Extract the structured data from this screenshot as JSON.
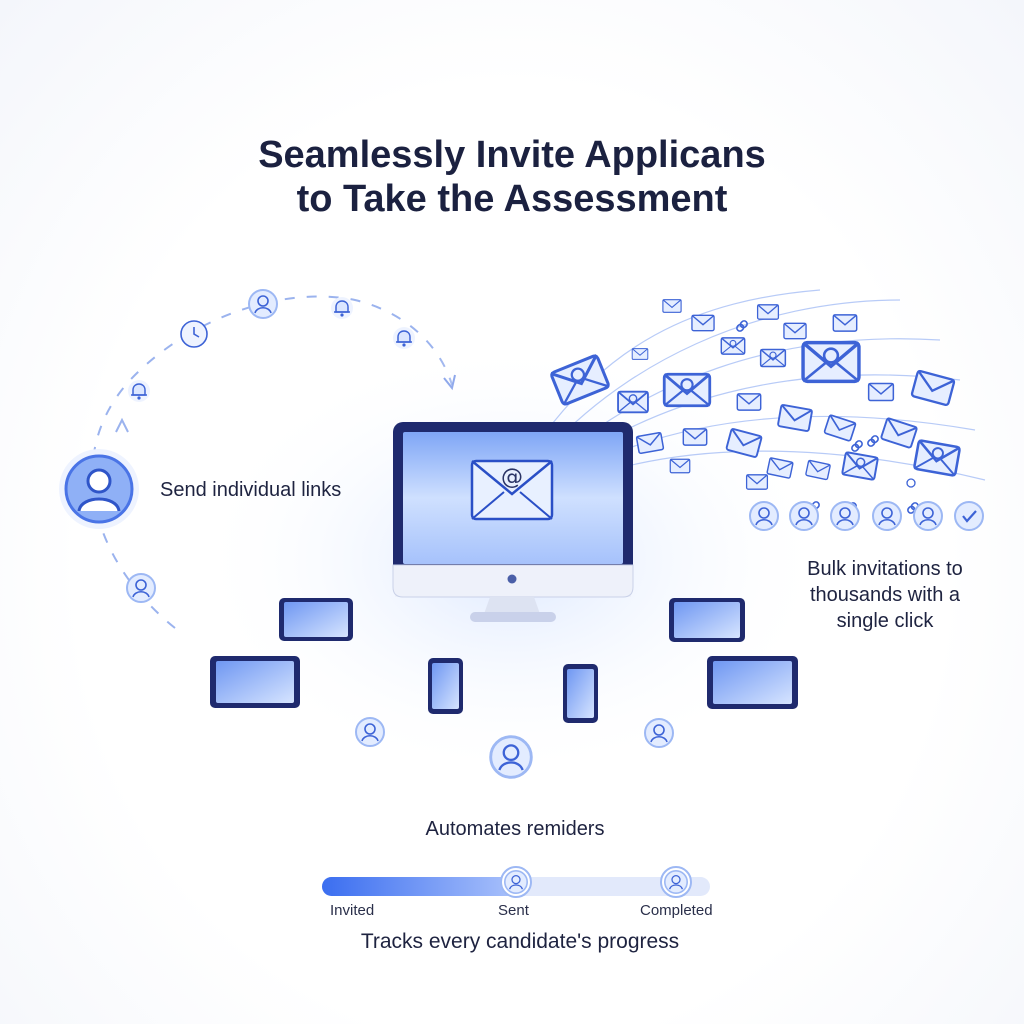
{
  "title": {
    "line1": "Seamlessly Invite Applicans",
    "line2": "to Take the Assessment"
  },
  "features": {
    "individual": "Send individual links",
    "bulk_line1": "Bulk invitations to",
    "bulk_line2": "thousands with a",
    "bulk_line3": "single click",
    "reminders": "Automates remiders",
    "tracking": "Tracks every candidate's progress"
  },
  "progress": {
    "stages": [
      "Invited",
      "Sent",
      "Completed"
    ],
    "fill_fraction": 0.5
  },
  "colors": {
    "accent": "#3b6ef0",
    "navy": "#1e2a7a",
    "light_blue": "#dfe9ff",
    "text": "#1b2140"
  },
  "icons": [
    "envelope-icon",
    "user-icon",
    "bell-icon",
    "clock-icon",
    "link-icon",
    "check-icon",
    "monitor-icon",
    "tablet-icon",
    "phone-icon"
  ]
}
